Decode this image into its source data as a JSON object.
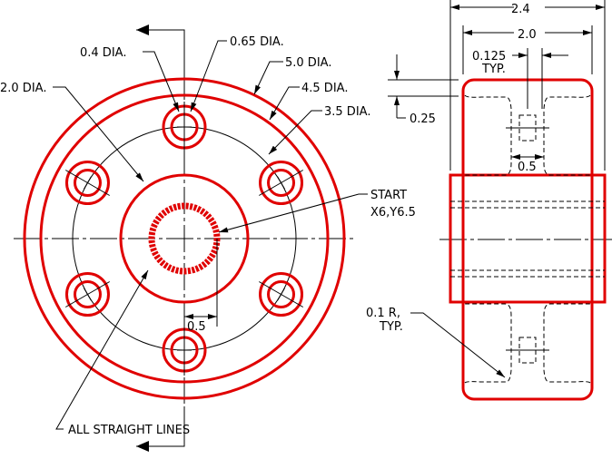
{
  "front_view": {
    "labels": {
      "hole_dia": "0.4  DIA.",
      "counterbore_dia": "0.65  DIA.",
      "outer_dia": "5.0  DIA.",
      "rim_dia": "4.5  DIA.",
      "bolt_circle_dia": "3.5  DIA.",
      "hub_dia": "2.0  DIA.",
      "start_line1": "START",
      "start_line2": "X6,Y6.5",
      "spline_dim": "0.5",
      "note": "ALL  STRAIGHT  LINES"
    }
  },
  "side_view": {
    "labels": {
      "overall_width": "2.4",
      "rim_width": "2.0",
      "web_thickness": "0.125",
      "web_typ": "TYP.",
      "rim_thickness": "0.25",
      "web_hub": "0.5",
      "fillet_r": "0.1  R,",
      "fillet_typ": "TYP."
    }
  },
  "colors": {
    "object_line": "#e00000",
    "dimension_line": "#000000"
  }
}
